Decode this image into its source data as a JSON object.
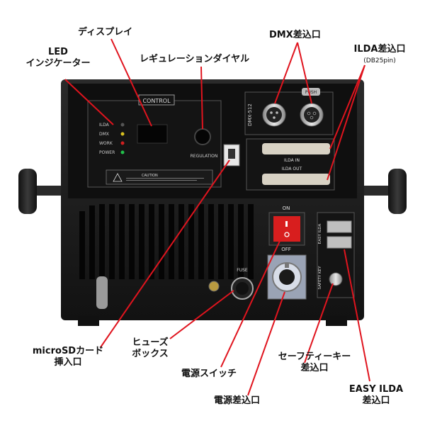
{
  "callouts": {
    "display": "ディスプレイ",
    "dmx_in": "DMX差込口",
    "led_line1": "LED",
    "led_line2": "インジケーター",
    "regulation_dial": "レギュレーションダイヤル",
    "ilda_in": "ILDA差込口",
    "ilda_in_sub": "(DB25pin)",
    "sd_line1": "microSDカード",
    "sd_line2": "挿入口",
    "fuse_line1": "ヒューズ",
    "fuse_line2": "ボックス",
    "power_switch": "電源スイッチ",
    "safety_line1": "セーフティーキー",
    "safety_line2": "差込口",
    "easy_line1": "EASY ILDA",
    "easy_line2": "差込口",
    "power_inlet": "電源差込口"
  },
  "panel": {
    "control_title": "CONTROL",
    "led_ilda": "ILDA",
    "led_dmx": "DMX",
    "led_work": "WORK",
    "led_power": "POWER",
    "regulation": "REGULATION",
    "dmx512": "DMX-512",
    "push": "PUSH",
    "ilda_in_port": "ILDA IN",
    "ilda_out_port": "ILDA OUT",
    "switch_on": "ON",
    "switch_off": "OFF",
    "fuse": "FUSE",
    "easy_ilda": "EASY ILDA",
    "safety_key": "SAFETY KEY",
    "caution": "CAUTION"
  },
  "colors": {
    "callout_line": "#e0141e",
    "device_body": "#1b1b1b",
    "panel_face": "#141414",
    "switch_red": "#d81e1e",
    "led_green": "#22c04a",
    "led_yellow": "#d8c020",
    "led_red": "#d02020"
  }
}
